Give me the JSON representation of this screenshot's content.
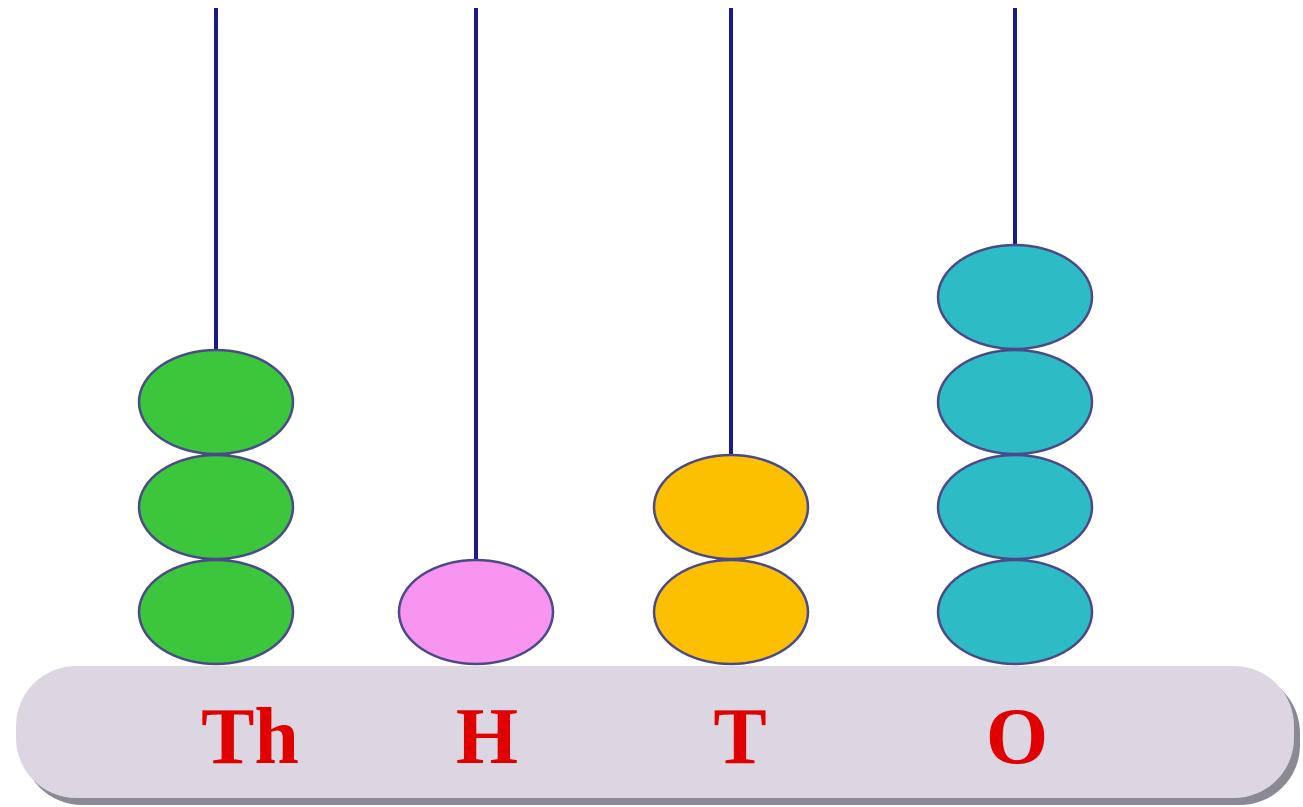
{
  "abacus": {
    "colors": {
      "rod": "#1a1a8c",
      "bead_outline": "#4a4a8a",
      "base": "#dcd6e2",
      "base_shadow": "#8a8a94",
      "label": "#e00000"
    },
    "columns": [
      {
        "label": "Th",
        "beads": 3,
        "color": "#3cc63c"
      },
      {
        "label": "H",
        "beads": 1,
        "color": "#f795f0"
      },
      {
        "label": "T",
        "beads": 2,
        "color": "#fdc000"
      },
      {
        "label": "O",
        "beads": 4,
        "color": "#2dbbc6"
      }
    ]
  }
}
